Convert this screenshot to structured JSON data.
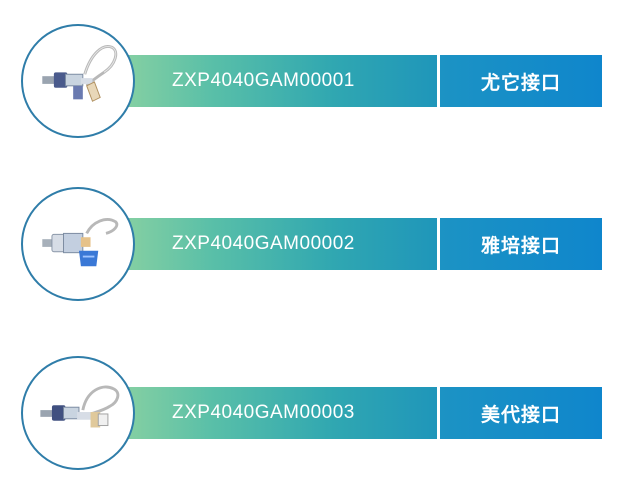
{
  "products": [
    {
      "code": "ZXP4040GAM00001",
      "name": "尤它接口",
      "icon": "medical-connector-icon"
    },
    {
      "code": "ZXP4040GAM00002",
      "name": "雅培接口",
      "icon": "medical-connector-icon"
    },
    {
      "code": "ZXP4040GAM00003",
      "name": "美代接口",
      "icon": "medical-connector-icon"
    }
  ],
  "colors": {
    "code_gradient_start": "#96d6a0",
    "code_gradient_end": "#1f96ba",
    "name_background": "#0f86cc",
    "circle_border": "#2f7da9"
  }
}
